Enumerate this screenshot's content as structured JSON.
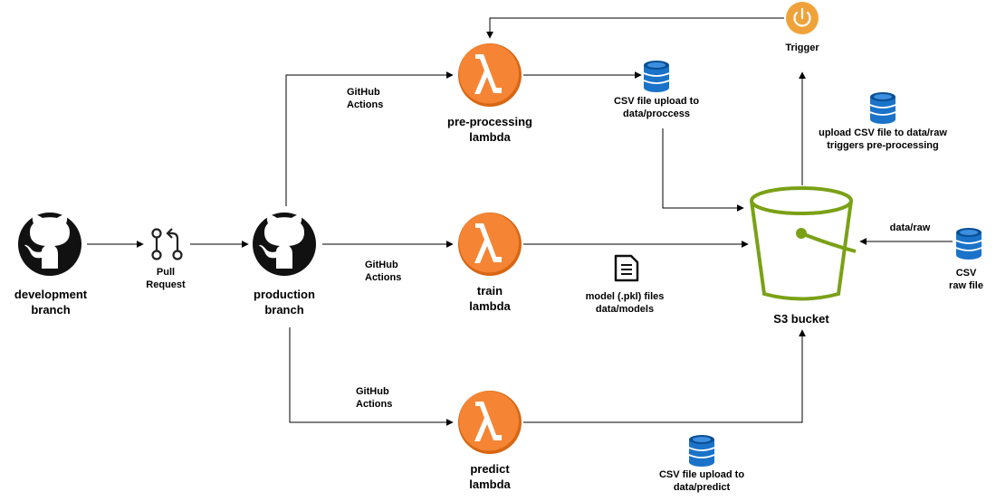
{
  "nodes": {
    "development_branch": "development\nbranch",
    "pull_request": "Pull\nRequest",
    "production_branch": "production\nbranch",
    "preprocessing_lambda": "pre-processing\nlambda",
    "train_lambda": "train\nlambda",
    "predict_lambda": "predict\nlambda",
    "s3_bucket": "S3 bucket",
    "trigger": "Trigger",
    "csv_raw_file": "CSV\nraw file"
  },
  "edges": {
    "github_actions_preprocessing": "GitHub\nActions",
    "github_actions_train": "GitHub\nActions",
    "github_actions_predict": "GitHub\nActions",
    "csv_upload_process": "CSV file upload to\ndata/proccess",
    "model_files": "model (.pkl) files\ndata/models",
    "csv_upload_predict": "CSV file upload to\ndata/predict",
    "upload_raw_triggers": "upload CSV file to data/raw\ntriggers pre-processing",
    "data_raw": "data/raw"
  },
  "colors": {
    "lambda_orange": "#f58534",
    "lambda_orange_dark": "#d86613",
    "s3_green": "#7aa116",
    "db_blue": "#1a73c9",
    "db_blue_dark": "#0a4f92",
    "trigger_orange": "#f0a23a",
    "github_black": "#111111"
  },
  "icons": {
    "github": "github-icon",
    "lambda": "lambda-icon",
    "database": "database-icon",
    "bucket": "s3-bucket-icon",
    "power": "power-icon",
    "document": "document-icon",
    "pull_request": "pull-request-icon"
  }
}
